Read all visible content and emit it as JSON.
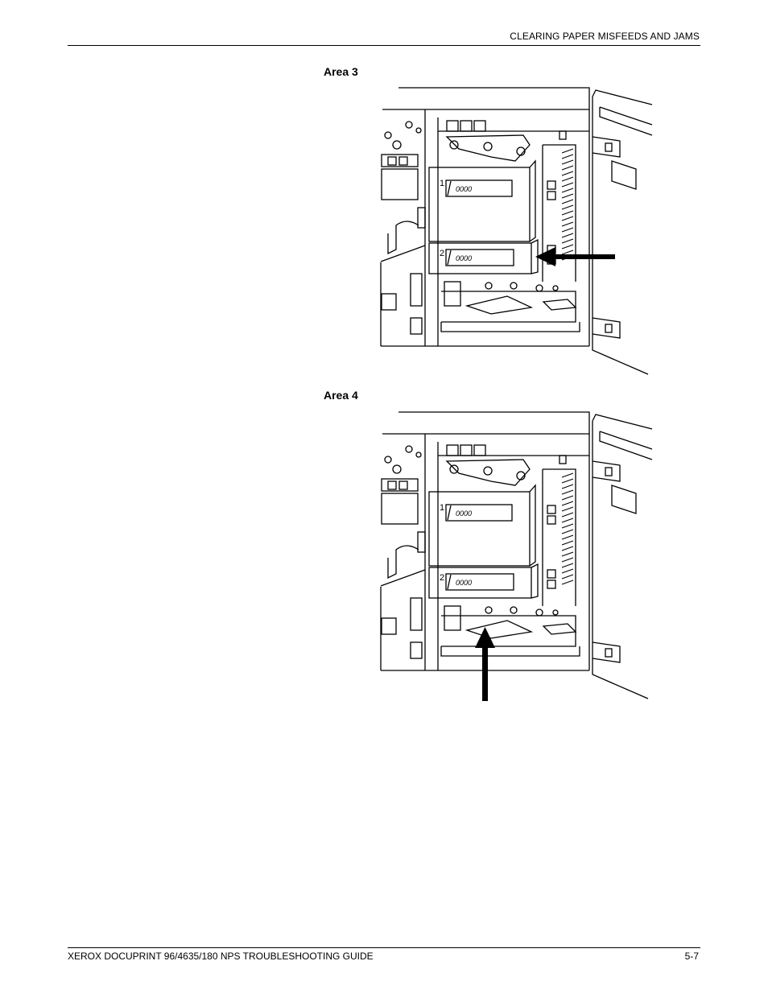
{
  "header": {
    "section_title": "CLEARING PAPER MISFEEDS AND JAMS"
  },
  "figures": [
    {
      "title": "Area 3",
      "callout_1": "1",
      "callout_2": "2",
      "arrow": "left",
      "label_text": "0000"
    },
    {
      "title": "Area 4",
      "callout_1": "1",
      "callout_2": "2",
      "arrow": "up",
      "label_text": "0000"
    }
  ],
  "footer": {
    "guide_title": "XEROX DOCUPRINT 96/4635/180 NPS TROUBLESHOOTING GUIDE",
    "page_number": "5-7"
  }
}
